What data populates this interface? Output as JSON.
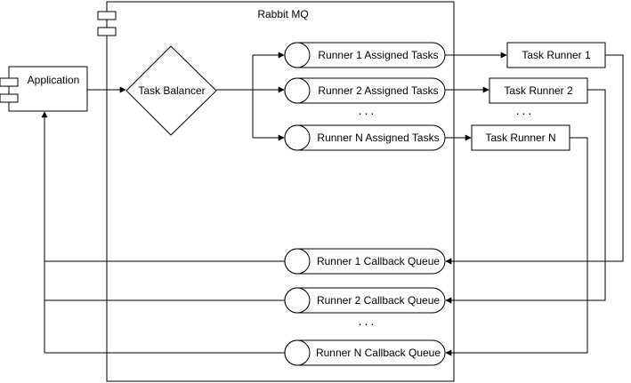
{
  "diagram": {
    "rabbit_title": "Rabbit MQ",
    "application": "Application",
    "balancer": "Task Balancer",
    "assigned_queues": [
      "Runner 1 Assigned Tasks",
      "Runner 2 Assigned Tasks",
      "Runner N Assigned Tasks"
    ],
    "runners": [
      "Task Runner 1",
      "Task Runner 2",
      "Task Runner N"
    ],
    "callback_queues": [
      "Runner 1 Callback Queue",
      "Runner 2 Callback Queue",
      "Runner N Callback Queue"
    ],
    "ellipsis": "..."
  },
  "colors": {
    "stroke": "#000000",
    "fill": "#ffffff"
  }
}
